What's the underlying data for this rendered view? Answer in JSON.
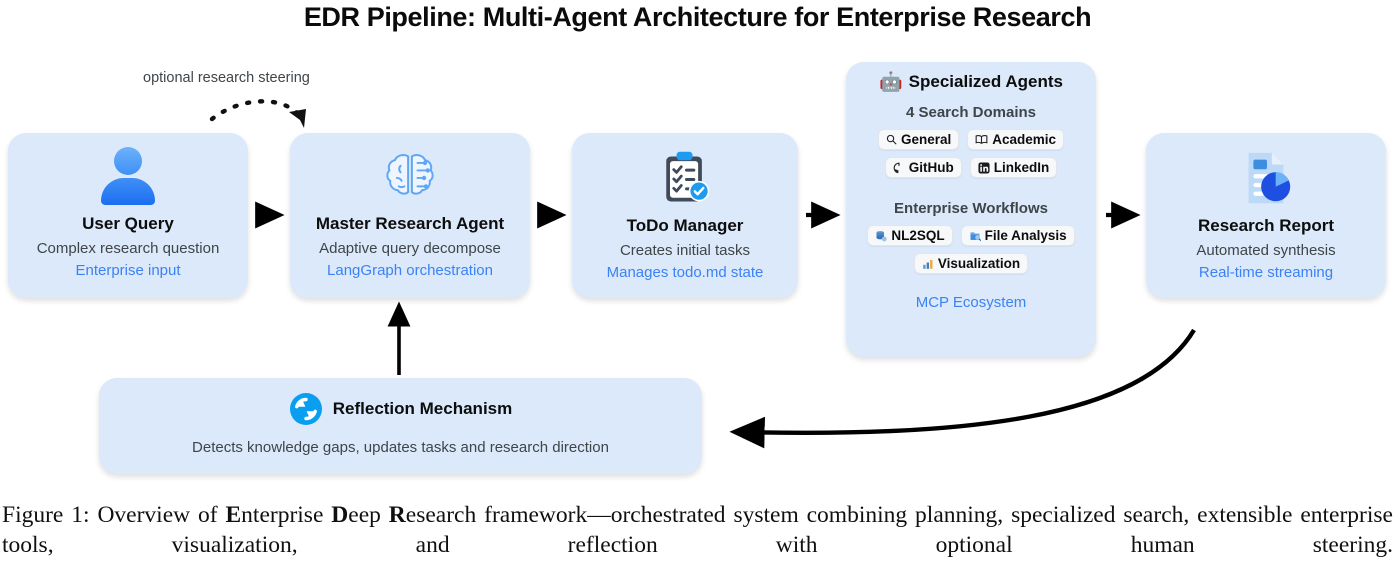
{
  "title": "EDR Pipeline: Multi-Agent Architecture for Enterprise Research",
  "colors": {
    "node_bg": "#dbe9fa",
    "accent_blue": "#3b82f6",
    "text_dark": "#0d0d0d",
    "text_muted": "#3f4549",
    "chip_bg": "#f7f8fa"
  },
  "steering": {
    "label": "optional research steering"
  },
  "nodes": {
    "user_query": {
      "icon": "person-icon",
      "title": "User Query",
      "subtitle": "Complex research question",
      "accent": "Enterprise input"
    },
    "master_agent": {
      "icon": "brain-circuit-icon",
      "title": "Master Research Agent",
      "subtitle": "Adaptive query decompose",
      "accent": "LangGraph orchestration"
    },
    "todo_manager": {
      "icon": "clipboard-check-icon",
      "title": "ToDo Manager",
      "subtitle": "Creates initial tasks",
      "accent": "Manages todo.md state"
    },
    "specialized_agents": {
      "emoji": "robot-emoji",
      "title": "Specialized Agents",
      "section_search": "4 Search Domains",
      "search_chips": [
        {
          "icon": "search-icon",
          "label": "General"
        },
        {
          "icon": "book-icon",
          "label": "Academic"
        },
        {
          "icon": "github-icon",
          "label": "GitHub"
        },
        {
          "icon": "linkedin-icon",
          "label": "LinkedIn"
        }
      ],
      "section_workflows": "Enterprise Workflows",
      "workflow_chips": [
        {
          "icon": "database-icon",
          "label": "NL2SQL"
        },
        {
          "icon": "file-icon",
          "label": "File Analysis"
        },
        {
          "icon": "barchart-icon",
          "label": "Visualization"
        }
      ],
      "accent": "MCP Ecosystem"
    },
    "research_report": {
      "icon": "report-chart-icon",
      "title": "Research Report",
      "subtitle": "Automated synthesis",
      "accent": "Real-time streaming"
    },
    "reflection": {
      "icon": "refresh-cycle-icon",
      "title": "Reflection Mechanism",
      "subtitle": "Detects knowledge gaps, updates tasks and research direction"
    }
  },
  "caption": {
    "prefix": "Figure 1: Overview of ",
    "b1": "E",
    "t1": "nterprise ",
    "b2": "D",
    "t2": "eep ",
    "b3": "R",
    "t3": "esearch framework—orchestrated system combining planning, specialized search, extensible enterprise tools, visualization, and reflection with optional human steering."
  }
}
